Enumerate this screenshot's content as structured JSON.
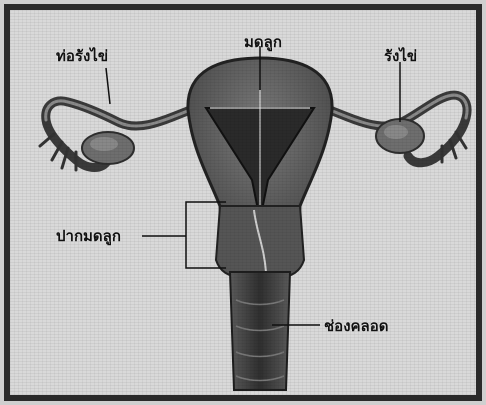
{
  "labels": {
    "fallopian_tube": "ท่อรังไข่",
    "uterus": "มดลูก",
    "ovary": "รังไข่",
    "cervix": "ปากมดลูก",
    "vagina": "ช่องคลอด"
  }
}
